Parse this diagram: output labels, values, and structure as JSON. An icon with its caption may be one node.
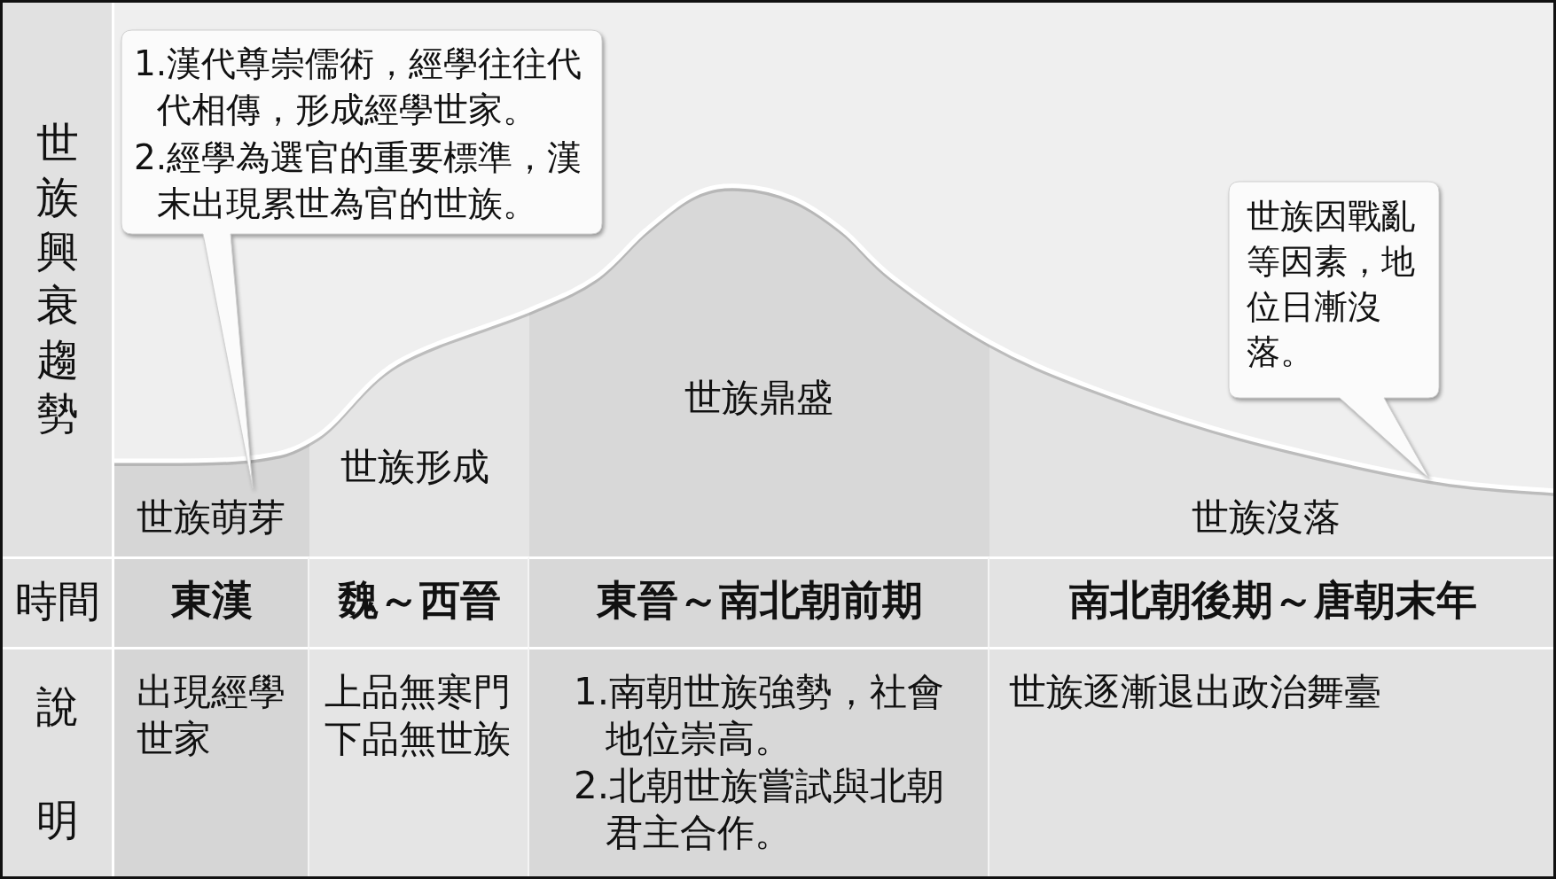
{
  "diagram": {
    "nodes": [
      {
        "text": [
          "1.漢代尊崇儒術，經學往往代代相傳，形成經學世家。",
          "2.經學為選官的重要標準，漢末出現累世為官的世族。"
        ]
      },
      {
        "text": [
          "世族因戰亂等因素，地位日漸沒落。"
        ]
      }
    ],
    "labels": [
      "世族興衰趨勢",
      "世族萌芽",
      "世族形成",
      "世族鼎盛",
      "世族沒落",
      "時間",
      "東漢",
      "魏～西晉",
      "東晉～南北朝前期",
      "南北朝後期～唐朝末年",
      "說明",
      "出現經學世家",
      "上品無寒門下品無世族",
      "1.南朝世族強勢，社會地位崇高。",
      "2.北朝世族嘗試與北朝君主合作。",
      "世族逐漸退出政治舞臺"
    ]
  }
}
